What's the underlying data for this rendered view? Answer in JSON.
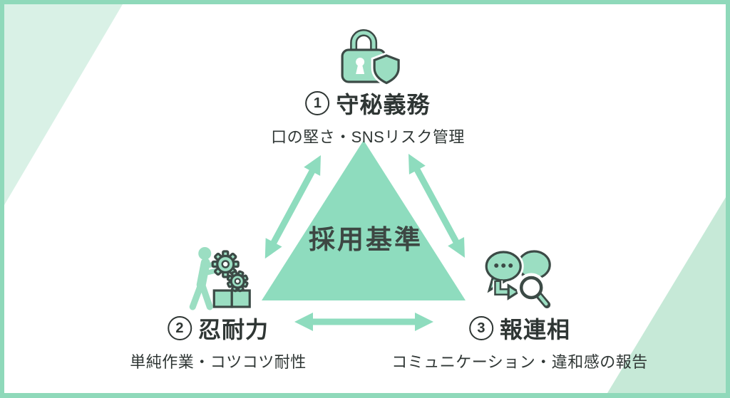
{
  "colors": {
    "frame": "#8fd9ba",
    "corner_top_left": "#d9f1e6",
    "corner_bottom_right": "#c6e9d7",
    "triangle": "#8edcbe",
    "arrow": "#8edcbe",
    "icon_fill": "#9bdec2",
    "icon_outline": "#3c4a46",
    "text": "#2f3634"
  },
  "center_label": "採用基準",
  "nodes": [
    {
      "num": "1",
      "label": "守秘義務",
      "subtitle": "口の堅さ・SNSリスク管理",
      "icon": "lock-shield-icon"
    },
    {
      "num": "2",
      "label": "忍耐力",
      "subtitle": "単純作業・コツコツ耐性",
      "icon": "worker-gears-icon"
    },
    {
      "num": "3",
      "label": "報連相",
      "subtitle": "コミュニケーション・違和感の報告",
      "icon": "chat-magnifier-icon"
    }
  ]
}
